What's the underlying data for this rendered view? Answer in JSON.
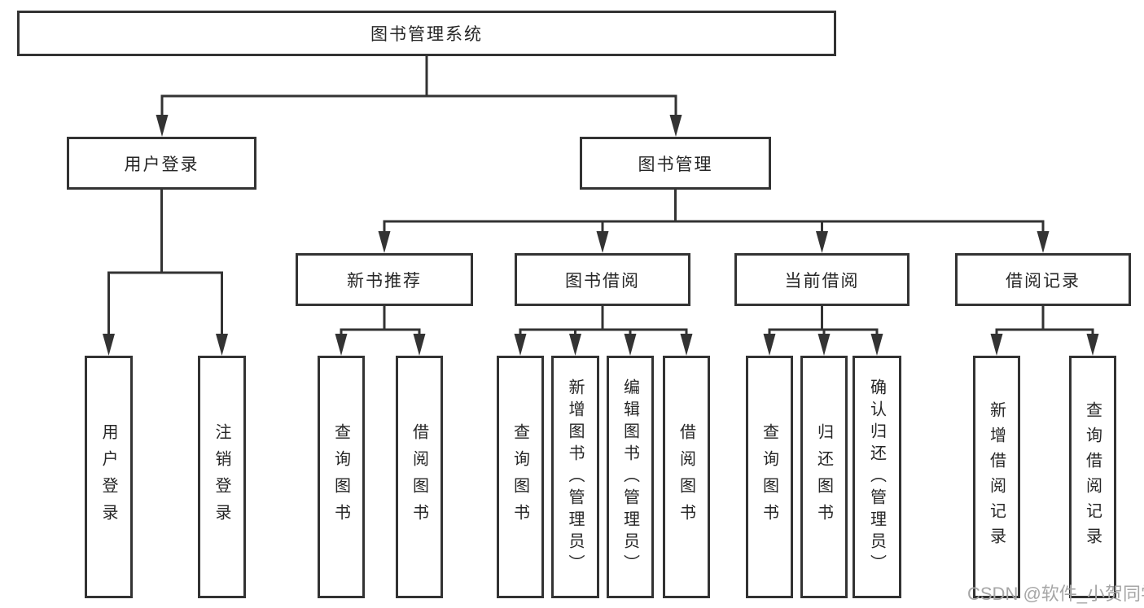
{
  "tree": {
    "root": {
      "label": "图书管理系统"
    },
    "branches": [
      {
        "label": "用户登录",
        "children": [
          {
            "label": "用户登录"
          },
          {
            "label": "注销登录"
          }
        ]
      },
      {
        "label": "图书管理",
        "children": [
          {
            "label": "新书推荐",
            "children": [
              {
                "label": "查询图书"
              },
              {
                "label": "借阅图书"
              }
            ]
          },
          {
            "label": "图书借阅",
            "children": [
              {
                "label": "查询图书"
              },
              {
                "label": "新增图书（管理员）"
              },
              {
                "label": "编辑图书（管理员）"
              },
              {
                "label": "借阅图书"
              }
            ]
          },
          {
            "label": "当前借阅",
            "children": [
              {
                "label": "查询图书"
              },
              {
                "label": "归还图书"
              },
              {
                "label": "确认归还（管理员）"
              }
            ]
          },
          {
            "label": "借阅记录",
            "children": [
              {
                "label": "新增借阅记录"
              },
              {
                "label": "查询借阅记录"
              }
            ]
          }
        ]
      }
    ]
  },
  "watermark": {
    "text": "CSDN @软件_小贺同学"
  },
  "colors": {
    "line": "#333333",
    "text": "#262626",
    "background": "#ffffff",
    "watermark": "#a6a6a6"
  }
}
